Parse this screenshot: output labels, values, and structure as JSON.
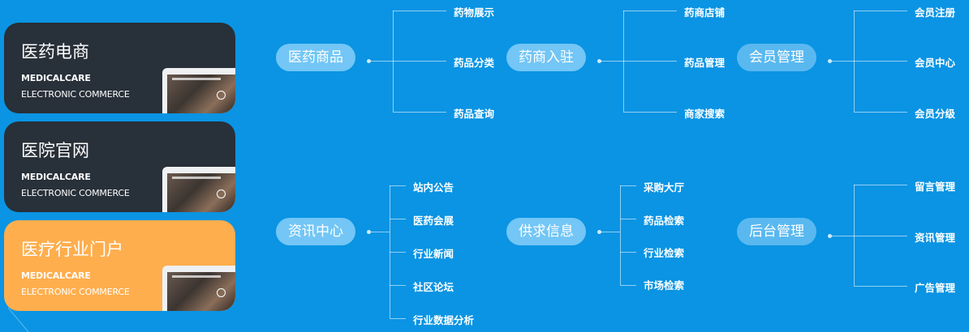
{
  "cards": [
    {
      "title": "医药电商",
      "sub1": "MEDICALCARE",
      "sub2": "ELECTRONIC COMMERCE"
    },
    {
      "title": "医院官网",
      "sub1": "MEDICALCARE",
      "sub2": "ELECTRONIC COMMERCE"
    },
    {
      "title": "医疗行业门户",
      "sub1": "MEDICALCARE",
      "sub2": "ELECTRONIC COMMERCE"
    }
  ],
  "colors": {
    "background": "#0a94e3",
    "card": "#283039",
    "card_active": "#ffae4e",
    "pill": "#73c6f5"
  },
  "groups": [
    {
      "name": "医药商品",
      "items": [
        "药物展示",
        "药品分类",
        "药品查询"
      ]
    },
    {
      "name": "药商入驻",
      "items": [
        "药商店铺",
        "药品管理",
        "商家搜索"
      ]
    },
    {
      "name": "会员管理",
      "items": [
        "会员注册",
        "会员中心",
        "会员分级"
      ]
    },
    {
      "name": "资讯中心",
      "items": [
        "站内公告",
        "医药会展",
        "行业新闻",
        "社区论坛",
        "行业数据分析"
      ]
    },
    {
      "name": "供求信息",
      "items": [
        "采购大厅",
        "药品检索",
        "行业检索",
        "市场检索"
      ]
    },
    {
      "name": "后台管理",
      "items": [
        "留言管理",
        "资讯管理",
        "广告管理"
      ]
    }
  ]
}
